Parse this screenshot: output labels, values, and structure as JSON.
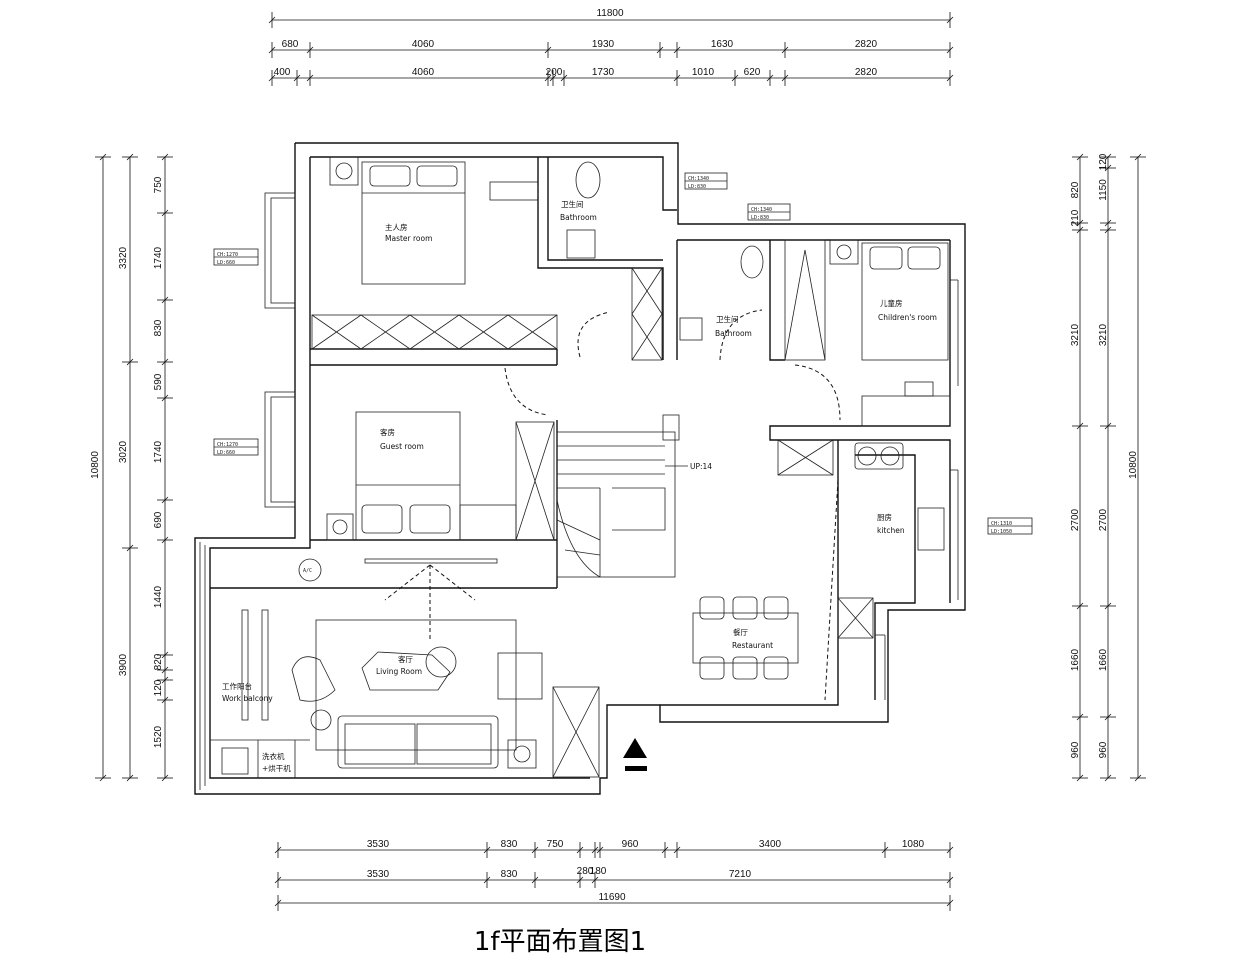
{
  "title": "1f平面布置图1",
  "dimensions": {
    "top": {
      "overall": "11800",
      "row2": [
        "680",
        "4060",
        "1930",
        "1630",
        "2820"
      ],
      "row3": [
        "400",
        "4060",
        "200",
        "1730",
        "1010",
        "620",
        "2820"
      ]
    },
    "left": {
      "overall": "10800",
      "mid": [
        "3320",
        "3020",
        "3900"
      ],
      "inner": [
        "750",
        "1740",
        "830",
        "590",
        "1740",
        "690",
        "1440",
        "820",
        "120",
        "1520"
      ]
    },
    "right": {
      "inner": [
        "820",
        "210",
        "3210",
        "2700",
        "1660",
        "960"
      ],
      "mid": [
        "120",
        "1150",
        "3210",
        "2700",
        "1660",
        "960"
      ],
      "overall": "10800"
    },
    "bottom": {
      "row1": [
        "3530",
        "830",
        "750",
        "960",
        "3400",
        "1080"
      ],
      "row2": [
        "3530",
        "830",
        "280",
        "180",
        "7210"
      ],
      "overall": "11690"
    }
  },
  "rooms": {
    "master": {
      "cn": "主人房",
      "en": "Master room"
    },
    "bath1": {
      "cn": "卫生间",
      "en": "Bathroom"
    },
    "bath2": {
      "cn": "卫生间",
      "en": "Bathroom"
    },
    "children": {
      "cn": "儿童房",
      "en": "Children's room"
    },
    "guest": {
      "cn": "客房",
      "en": "Guest room"
    },
    "kitchen": {
      "cn": "厨房",
      "en": "kitchen"
    },
    "restaurant": {
      "cn": "餐厅",
      "en": "Restaurant"
    },
    "living": {
      "cn": "客厅",
      "en": "Living Room"
    },
    "balcony": {
      "cn": "工作阳台",
      "en": "Work balcony"
    },
    "laundry": {
      "line1": "洗衣机",
      "line2": "+烘干机"
    }
  },
  "stairs": {
    "label": "UP:14"
  },
  "ac_label": "A/C",
  "window_tags": [
    {
      "ch": "CH:1340",
      "ld": "LD:830"
    },
    {
      "ch": "CH:1340",
      "ld": "LD:830"
    },
    {
      "ch": "CH:1270",
      "ld": "LD:660"
    },
    {
      "ch": "CH:1270",
      "ld": "LD:660"
    },
    {
      "ch": "CH:1310",
      "ld": "LD:1050"
    }
  ]
}
